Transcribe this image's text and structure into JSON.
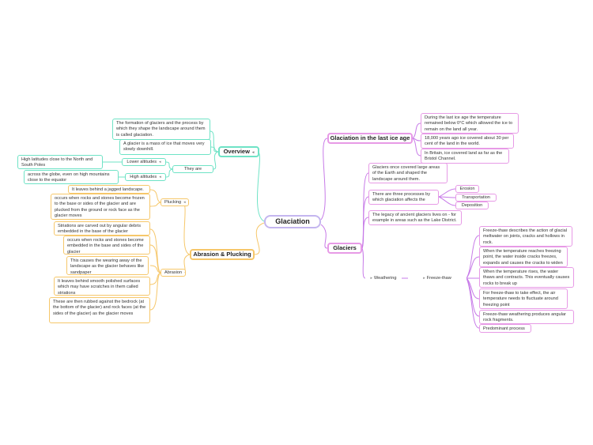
{
  "central": "Glaciation",
  "overview": {
    "title": "Overview",
    "leaf1": "The formation of glaciers and the process by which they shape the landscape around them is called glaciation.",
    "leaf2": "A glacier is a mass of ice that moves very slowly downhill.",
    "found": {
      "title": "They are found",
      "lower": {
        "title": "Lower altitudes",
        "text": "High latitudes close to the North and South Poles"
      },
      "high": {
        "title": "High altitudes",
        "text": "across the globe, even on high mountains close to the equator"
      }
    }
  },
  "abrasion_plucking": {
    "title": "Abrasion & Plucking",
    "plucking": {
      "title": "Plucking",
      "leaf1": "It leaves behind a jagged landscape.",
      "leaf2": "occurs when rocks and stones become frozen to the base or sides of the glacier and are plucked from the ground or rock face as the glacier moves"
    },
    "abrasion": {
      "title": "Abrasion",
      "leaf1": "Striations are carved out by angular debris embedded in the base of the glacier",
      "leaf2": "occurs when rocks and stones become embedded in the base and sides of the glacier",
      "leaf3": "This causes the wearing away of the landscape as the glacier behaves like sandpaper",
      "leaf4": "It leaves behind smooth polished surfaces which may have scratches in them called striations",
      "leaf5": "These are then rubbed against the bedrock (at the bottom of the glacier) and rock faces (at the sides of the glacier) as the glacier moves"
    }
  },
  "last_ice_age": {
    "title": "Glaciation in the last ice age",
    "leaf1": "During the last ice age the temperature remained below 0°C which allowed the ice to remain on the land all year.",
    "leaf2": "18,000 years ago ice covered about 30 per cent of the land in the world.",
    "leaf3": "In Britain, ice covered land as far as the Bristol Channel."
  },
  "glaciers": {
    "title": "Glaciers",
    "leaf1": "Glaciers once covered large areas of the Earth and shaped the landscape around them.",
    "processes": {
      "text": "There are three processes by which glaciation affects the landscape",
      "erosion": "Erosion",
      "transportation": "Transportation",
      "deposition": "Deposition"
    },
    "legacy": "The legacy of ancient glaciers lives on - for example in areas such as the Lake District.",
    "weathering": {
      "title": "Weathering",
      "freeze_thaw": {
        "title": "Freeze-thaw Weathering",
        "leaf1": "Freeze-thaw describes the action of glacial meltwater on joints, cracks and hollows in rock.",
        "leaf2": "When the temperature reaches freezing point, the water inside cracks freezes, expands and causes the cracks to widen",
        "leaf3": "When the temperature rises, the water thaws and contracts. This eventually causes rocks to break up",
        "leaf4": "For freeze-thaw to take effect, the air temperature needs to fluctuate around freezing point",
        "leaf5": "Freeze-thaw weathering produces angular rock fragments.",
        "leaf6": "Predominant process"
      }
    }
  },
  "colors": {
    "green": "#6fe3c6",
    "orange": "#f6c76a",
    "purple": "#c77be8",
    "central": "#c4b6ef"
  }
}
